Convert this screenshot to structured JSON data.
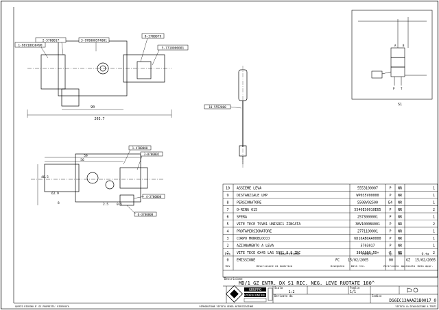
{
  "drawing": {
    "callouts": {
      "c_top1": "2-5700017",
      "c_top2": "3-9700005F4001",
      "c_top3": "8-3700079",
      "c_left1": "1-98710030490",
      "c_right1": "5-7710000001",
      "c_bot1": "1-4700000",
      "c_bot2": "3-8700002",
      "c_bot3": "4-3700000",
      "c_bot4": "6-3700000",
      "c_lever": "10-5552000"
    },
    "dims": {
      "d_total": "203.7",
      "d_a": "90",
      "d_b": "59",
      "d_c": "56",
      "d_d": "40.5",
      "d_e": "62.9",
      "d_f": "8",
      "d_g": "2.5",
      "d_h": "0.5"
    },
    "schematic": {
      "label_s1": "S1",
      "label_a": "A",
      "label_b": "B",
      "label_p": "P",
      "label_t": "T"
    }
  },
  "parts_table": {
    "rows": [
      {
        "pos": "10",
        "desc": "ASSIEME LEVA",
        "code": "5553100007",
        "tp": "P",
        "um": "NR",
        "qta": "1"
      },
      {
        "pos": "9",
        "desc": "DISTANZIALE LMP",
        "code": "WP035V00000",
        "tp": "P",
        "um": "NR",
        "qta": "1"
      },
      {
        "pos": "8",
        "desc": "PERSIONATORE",
        "code": "5508V02500",
        "tp": "E4",
        "um": "NR",
        "qta": "1"
      },
      {
        "pos": "7",
        "desc": "O-RING 615",
        "code": "5540ES0010E65",
        "tp": "P",
        "um": "NR",
        "qta": "2"
      },
      {
        "pos": "6",
        "desc": "SFERA",
        "code": "2573000001",
        "tp": "P",
        "um": "NR",
        "qta": "1"
      },
      {
        "pos": "5",
        "desc": "VITE TECE TSVB1 UNISRI1 ZINCATA",
        "code": "38V1000B4001",
        "tp": "P",
        "um": "NR",
        "qta": "2"
      },
      {
        "pos": "4",
        "desc": "PROTAPERSIONATORE",
        "code": "2771100001",
        "tp": "P",
        "um": "NR",
        "qta": "1"
      },
      {
        "pos": "3",
        "desc": "CORPO MONOBLOCCO",
        "code": "KD16ABOAA0000",
        "tp": "P",
        "um": "NR",
        "qta": "1"
      },
      {
        "pos": "2",
        "desc": "AZIONAMENTO A LEVA",
        "code": "5703017",
        "tp": "P",
        "um": "NR",
        "qta": "1"
      },
      {
        "pos": "1",
        "desc": "VITE TECE 6X45 LAS 5931 8.8 ZNC",
        "code": "3801000-5D+",
        "tp": "P",
        "um": "NR",
        "qta": "2"
      }
    ],
    "header": {
      "pos": "Pos",
      "desc": "Descrizione",
      "code": "Codice",
      "tp": "Tp",
      "um": "Um",
      "qta": "Q.ta"
    },
    "rev": {
      "n": "0",
      "desc": "EMISSIONE",
      "by": "FC",
      "date": "15/02/2005",
      "v": "00",
      "app": "GZ",
      "date2": "15/02/2005",
      "labels": [
        "Rev",
        "Descrizione di modifica",
        "Disegnato",
        "Data rev.",
        "Verificato",
        "Approvato",
        "Data appr."
      ]
    }
  },
  "title_block": {
    "desc_label": "Descrizione",
    "title": "MD/1 GZ ENTR. DX S1 RIC. NEG. LEVE RUOTATE 180^",
    "scala_label": "Scala",
    "scala": "1:2",
    "foglio_label": "Foglio",
    "foglio": "1/1",
    "derivato_label": "Derivato da",
    "codice_label": "Codice",
    "codice": "DS6EC13AAAZ1B0017 0",
    "company_line1": "GRUPPO",
    "company_line2": "HYDROCONTROL",
    "footer_left": "QUESTO DISEGNO E' DI PROPRIETA' RISERVATA",
    "footer_mid": "RIPRODUZIONE VIETATA SENZA AUTORIZZAZIONE",
    "footer_right": "VIETATA LA DIVULGAZIONE A TERZI"
  }
}
